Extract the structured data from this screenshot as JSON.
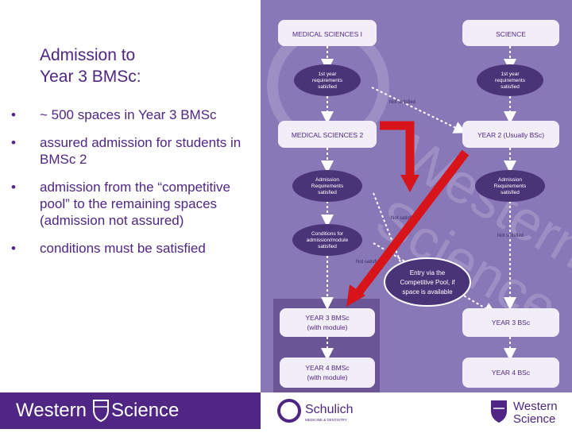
{
  "slide": {
    "title_line1": "Admission to",
    "title_line2": "Year 3 BMSc:",
    "bullets": [
      "~ 500 spaces in Year 3 BMSc",
      "assured admission for students in BMSc 2",
      "admission from the “competitive pool” to the remaining spaces (admission not assured)",
      "conditions must be satisfied"
    ]
  },
  "flowchart": {
    "boxes": {
      "medsci1": "MEDICAL SCIENCES I",
      "science": "SCIENCE",
      "medsci2": "MEDICAL SCIENCES 2",
      "year2": "YEAR 2 (Usually BSc)",
      "y3bmsc_1": "YEAR 3 BMSc",
      "y3bmsc_2": "(with module)",
      "y3bsc": "YEAR 3 BSc",
      "y4bmsc_1": "YEAR 4 BMSc",
      "y4bmsc_2": "(with module)",
      "y4bsc": "YEAR 4 BSc"
    },
    "ovals": {
      "req_left_1": "1st year",
      "req_left_2": "requirements",
      "req_left_3": "satisfied",
      "req_right_1": "1st year",
      "req_right_2": "requirements",
      "req_right_3": "satisfied",
      "adm_left_1": "Admission",
      "adm_left_2": "Requirements",
      "adm_left_3": "satisfied",
      "adm_right_1": "Admission",
      "adm_right_2": "Requirements",
      "adm_right_3": "satisfied",
      "cond_1": "Conditions for",
      "cond_2": "admission/module",
      "cond_3": "satisfied",
      "entry_1": "Entry via the",
      "entry_2": "Competitive Pool, if",
      "entry_3": "space is available"
    },
    "notes": {
      "not_satisfied_top": "Not satisfied",
      "not_satisfied_mid": "Not satisfied",
      "not_satisfied_right": "Not satisfied",
      "not_satisfied_low": "Not satisfied"
    },
    "watermark_1": "Western",
    "watermark_2": "Science"
  },
  "footer": {
    "western_science_logo": "Western!Science",
    "schulich_name": "Schulich",
    "schulich_sub": "MEDICINE & DENTISTRY",
    "western_right_1": "Western",
    "western_right_2": "Science"
  },
  "colors": {
    "western_purple": "#4f2683",
    "panel_purple": "#8878b8",
    "oval_purple": "#4a3478",
    "box_fill": "#f1eef8",
    "red_arrow": "#d7141a"
  }
}
